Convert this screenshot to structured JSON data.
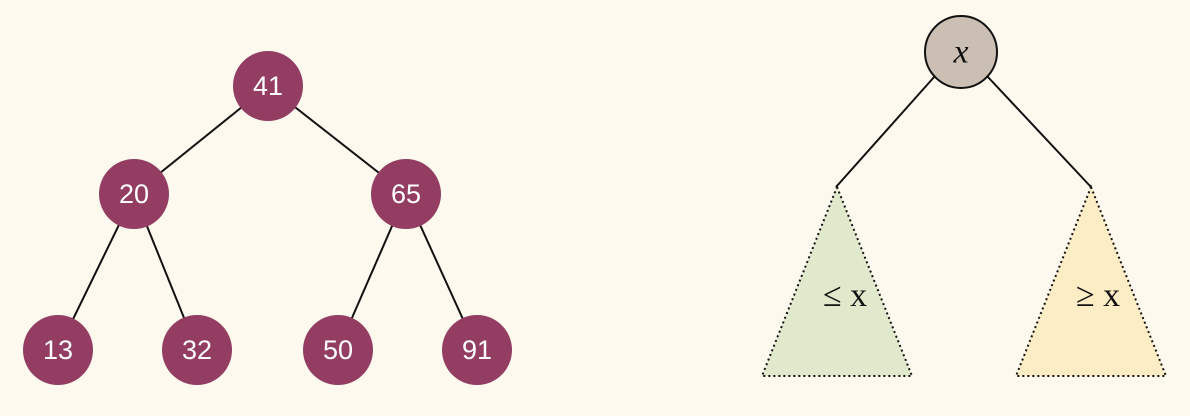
{
  "bst": {
    "nodes": [
      {
        "id": "n41",
        "label": "41"
      },
      {
        "id": "n20",
        "label": "20"
      },
      {
        "id": "n65",
        "label": "65"
      },
      {
        "id": "n13",
        "label": "13"
      },
      {
        "id": "n32",
        "label": "32"
      },
      {
        "id": "n50",
        "label": "50"
      },
      {
        "id": "n91",
        "label": "91"
      }
    ],
    "edges": [
      [
        "n41",
        "n20"
      ],
      [
        "n41",
        "n65"
      ],
      [
        "n20",
        "n13"
      ],
      [
        "n20",
        "n32"
      ],
      [
        "n65",
        "n50"
      ],
      [
        "n65",
        "n91"
      ]
    ],
    "node_color": "#933d62"
  },
  "schema": {
    "root_label": "x",
    "left_subtree_label": "≤ x",
    "right_subtree_label": "≥ x",
    "root_color": "#cbbfb4",
    "left_color": "#e1e9cd",
    "right_color": "#fdedc4"
  }
}
